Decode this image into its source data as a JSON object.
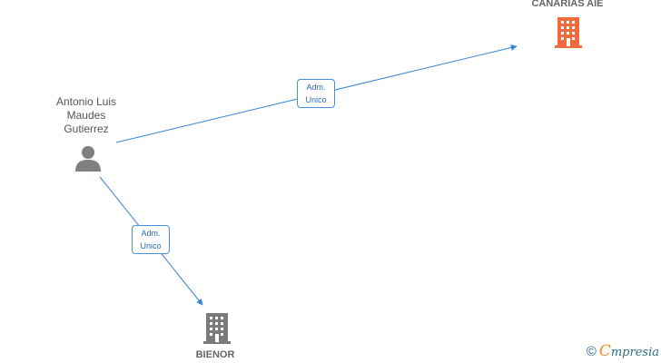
{
  "nodes": {
    "person": {
      "label_lines": [
        "Antonio Luis",
        "Maudes",
        "Gutierrez"
      ]
    },
    "company_top": {
      "name": "CANARIAS AIE",
      "color": "#f26a3d"
    },
    "company_bottom": {
      "name": "BIENOR",
      "color": "#7a7a7a"
    }
  },
  "edges": [
    {
      "label_lines": [
        "Adm.",
        "Unico"
      ],
      "from": "person",
      "to": "company_top"
    },
    {
      "label_lines": [
        "Adm.",
        "Unico"
      ],
      "from": "person",
      "to": "company_bottom"
    }
  ],
  "colors": {
    "edge": "#3a84d6",
    "person_icon": "#808080"
  },
  "brand": {
    "copyright_symbol": "©",
    "initial": "C",
    "rest": "mpresia"
  }
}
